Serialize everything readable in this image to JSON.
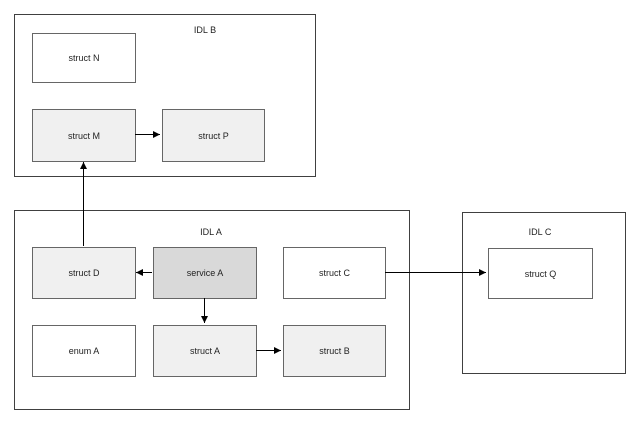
{
  "diagram": {
    "groups": {
      "idl_b": {
        "label": "IDL B"
      },
      "idl_a": {
        "label": "IDL A"
      },
      "idl_c": {
        "label": "IDL C"
      }
    },
    "nodes": {
      "struct_n": {
        "label": "struct N",
        "group": "IDL B",
        "fill": "#ffffff"
      },
      "struct_m": {
        "label": "struct M",
        "group": "IDL B",
        "fill": "#f0f0f0"
      },
      "struct_p": {
        "label": "struct P",
        "group": "IDL B",
        "fill": "#f0f0f0"
      },
      "struct_d": {
        "label": "struct D",
        "group": "IDL A",
        "fill": "#f0f0f0"
      },
      "service_a": {
        "label": "service A",
        "group": "IDL A",
        "fill": "#d9d9d9"
      },
      "struct_c": {
        "label": "struct C",
        "group": "IDL A",
        "fill": "#ffffff"
      },
      "enum_a": {
        "label": "enum A",
        "group": "IDL A",
        "fill": "#ffffff"
      },
      "struct_a": {
        "label": "struct A",
        "group": "IDL A",
        "fill": "#f0f0f0"
      },
      "struct_b": {
        "label": "struct B",
        "group": "IDL A",
        "fill": "#f0f0f0"
      },
      "struct_q": {
        "label": "struct Q",
        "group": "IDL C",
        "fill": "#ffffff"
      }
    },
    "edges": [
      {
        "from": "struct D",
        "to": "struct M"
      },
      {
        "from": "struct M",
        "to": "struct P"
      },
      {
        "from": "service A",
        "to": "struct D"
      },
      {
        "from": "service A",
        "to": "struct A"
      },
      {
        "from": "struct A",
        "to": "struct B"
      },
      {
        "from": "struct C",
        "to": "struct Q"
      }
    ],
    "colors": {
      "background": "#ffffff",
      "group_border": "#404040",
      "node_border": "#666666",
      "node_fill_light": "#f0f0f0",
      "node_fill_medium": "#d9d9d9",
      "arrow": "#000000",
      "text": "#1f1f1f"
    }
  }
}
